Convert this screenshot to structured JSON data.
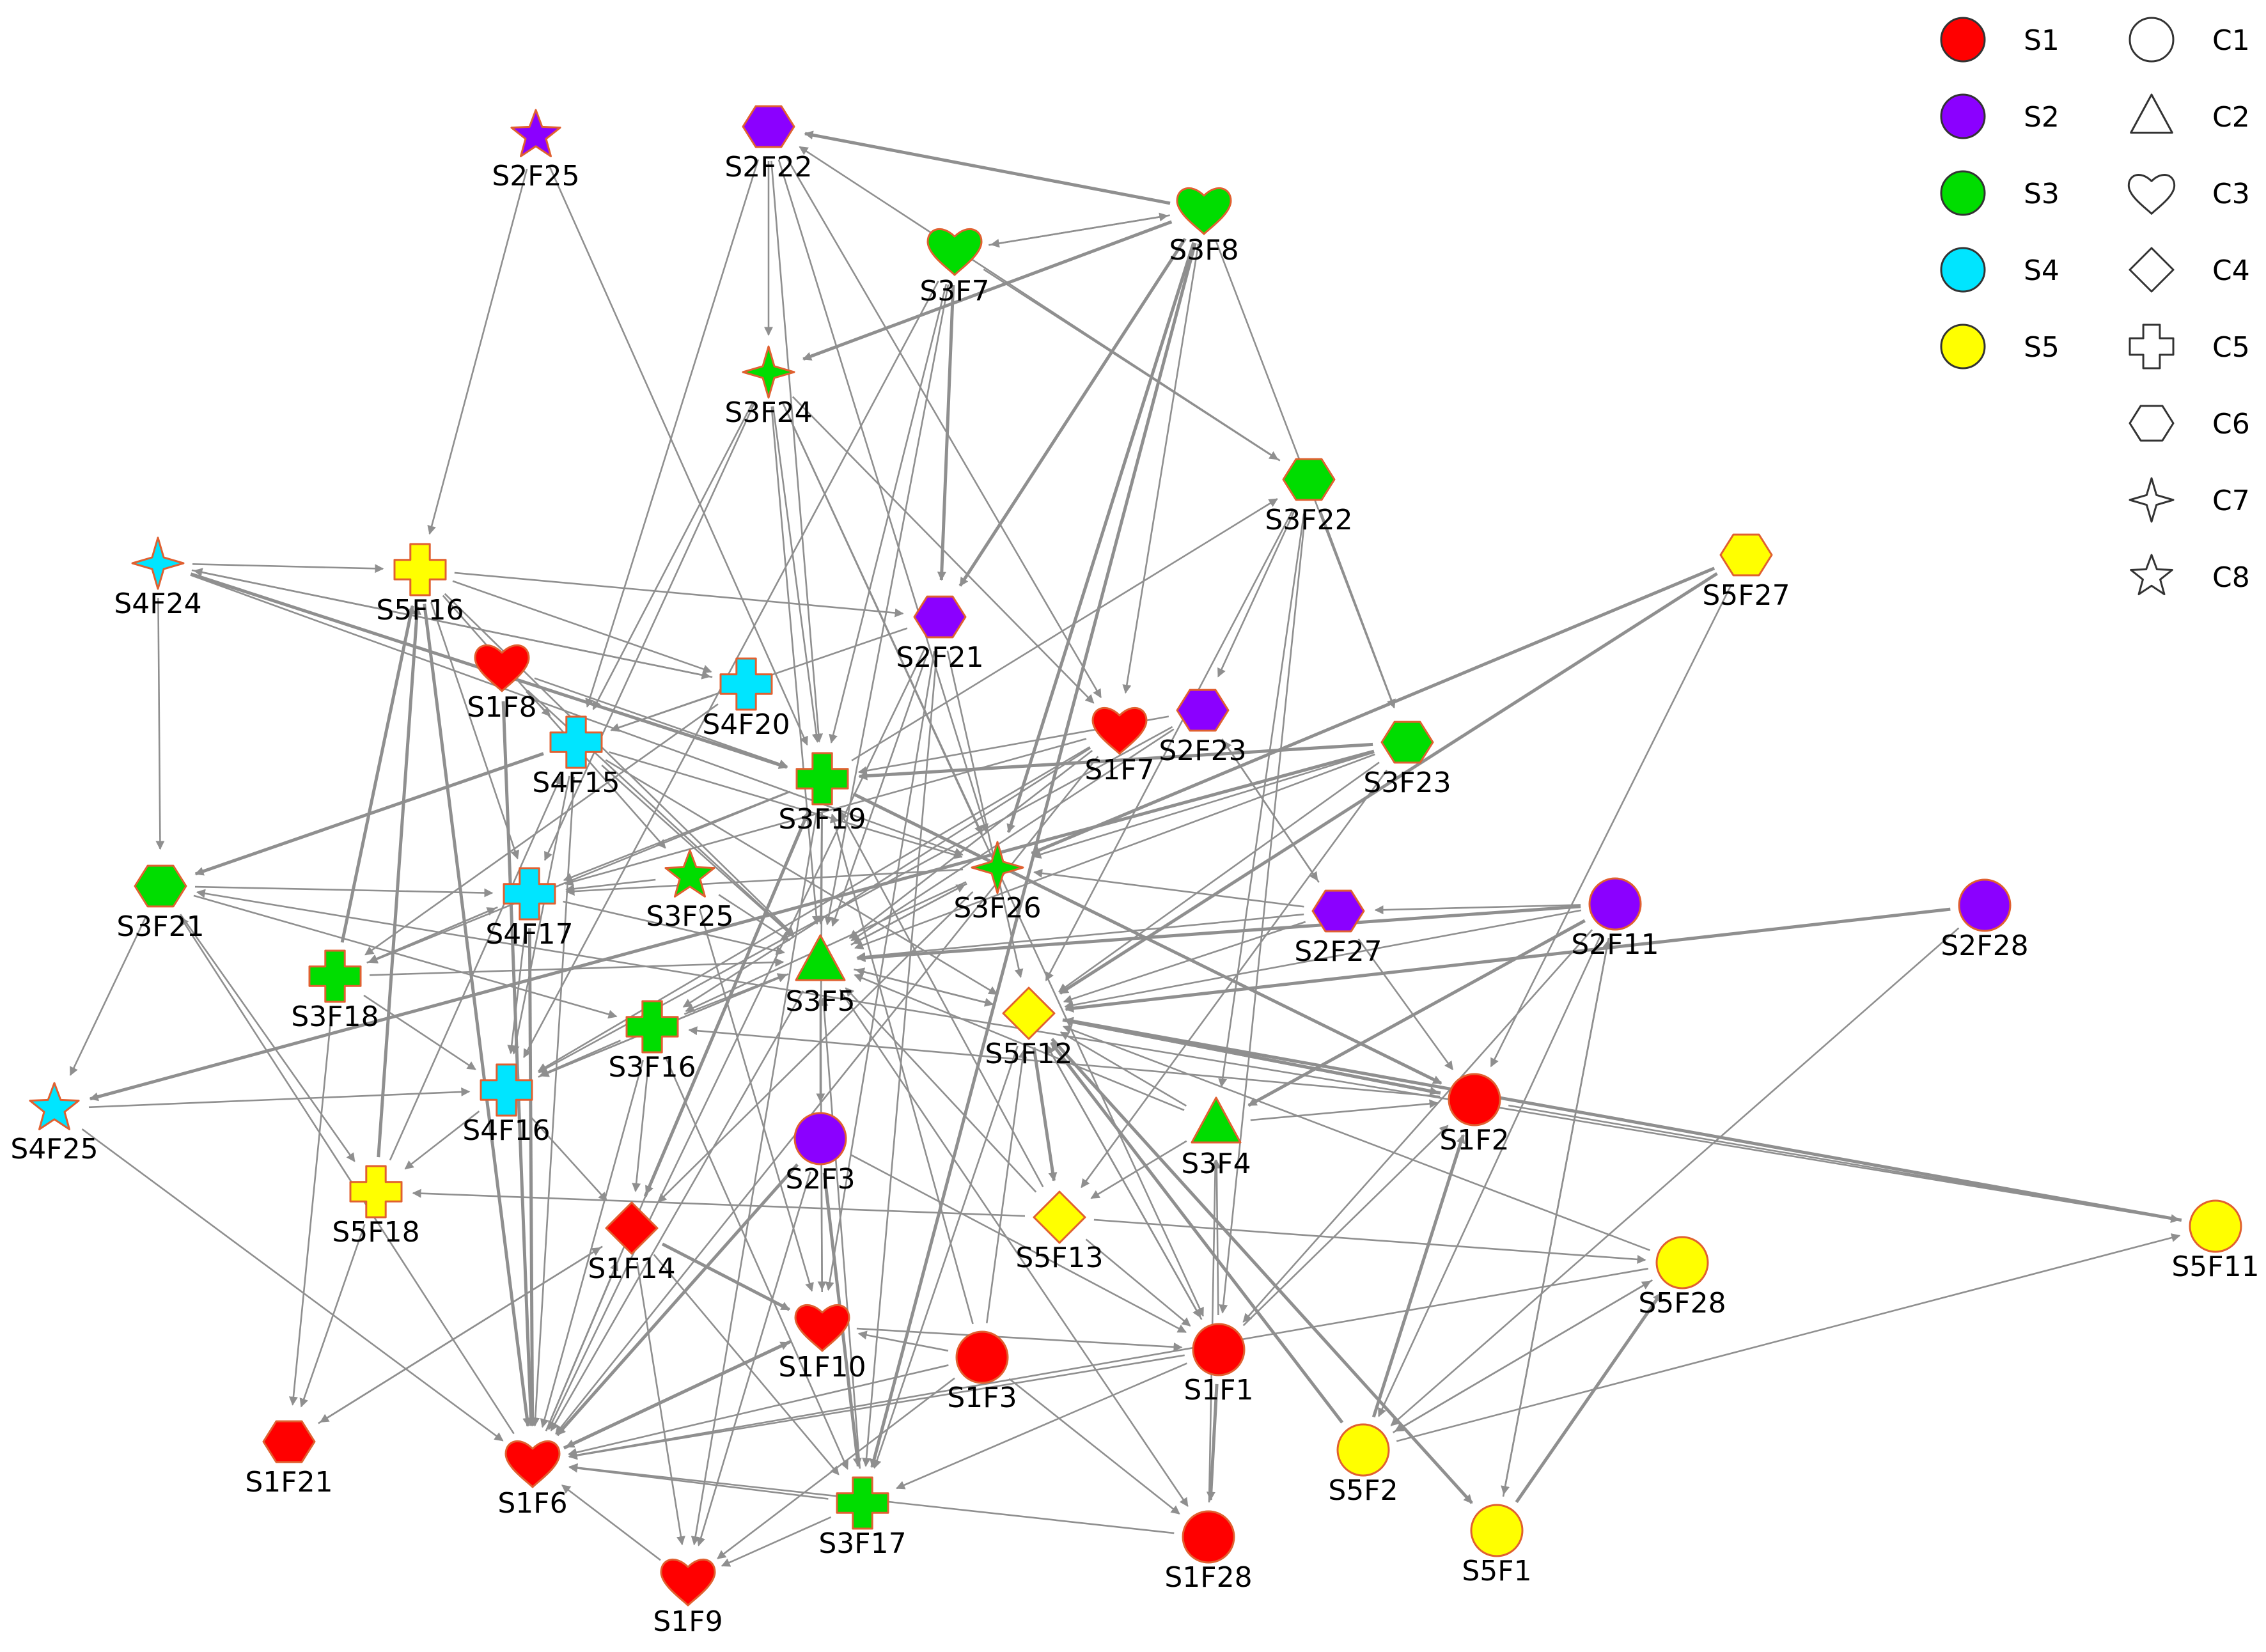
{
  "colors": {
    "S1": "#ff0000",
    "S2": "#8b00ff",
    "S3": "#00dd00",
    "S4": "#00e5ff",
    "S5": "#ffff00",
    "node_stroke": "#e06030",
    "edge": "#8f8f8f"
  },
  "legend": {
    "groups": [
      {
        "label": "S1",
        "key": "S1"
      },
      {
        "label": "S2",
        "key": "S2"
      },
      {
        "label": "S3",
        "key": "S3"
      },
      {
        "label": "S4",
        "key": "S4"
      },
      {
        "label": "S5",
        "key": "S5"
      }
    ],
    "shapes": [
      {
        "label": "C1",
        "shape": "circle"
      },
      {
        "label": "C2",
        "shape": "triangle"
      },
      {
        "label": "C3",
        "shape": "heart"
      },
      {
        "label": "C4",
        "shape": "diamond"
      },
      {
        "label": "C5",
        "shape": "cross"
      },
      {
        "label": "C6",
        "shape": "hexagon"
      },
      {
        "label": "C7",
        "shape": "star4"
      },
      {
        "label": "C8",
        "shape": "star5"
      }
    ]
  },
  "nodes": [
    {
      "id": "S2F25",
      "label": "S2F25",
      "group": "S2",
      "shape": "star5"
    },
    {
      "id": "S2F22",
      "label": "S2F22",
      "group": "S2",
      "shape": "hexagon"
    },
    {
      "id": "S3F8",
      "label": "S3F8",
      "group": "S3",
      "shape": "heart"
    },
    {
      "id": "S3F7",
      "label": "S3F7",
      "group": "S3",
      "shape": "heart"
    },
    {
      "id": "S3F24",
      "label": "S3F24",
      "group": "S3",
      "shape": "star4"
    },
    {
      "id": "S3F22",
      "label": "S3F22",
      "group": "S3",
      "shape": "hexagon"
    },
    {
      "id": "S5F27",
      "label": "S5F27",
      "group": "S5",
      "shape": "hexagon"
    },
    {
      "id": "S4F24",
      "label": "S4F24",
      "group": "S4",
      "shape": "star4"
    },
    {
      "id": "S5F16",
      "label": "S5F16",
      "group": "S5",
      "shape": "cross"
    },
    {
      "id": "S2F21",
      "label": "S2F21",
      "group": "S2",
      "shape": "hexagon"
    },
    {
      "id": "S1F8",
      "label": "S1F8",
      "group": "S1",
      "shape": "heart"
    },
    {
      "id": "S4F20",
      "label": "S4F20",
      "group": "S4",
      "shape": "cross"
    },
    {
      "id": "S4F15",
      "label": "S4F15",
      "group": "S4",
      "shape": "cross"
    },
    {
      "id": "S1F7",
      "label": "S1F7",
      "group": "S1",
      "shape": "heart"
    },
    {
      "id": "S2F23",
      "label": "S2F23",
      "group": "S2",
      "shape": "hexagon"
    },
    {
      "id": "S3F23",
      "label": "S3F23",
      "group": "S3",
      "shape": "hexagon"
    },
    {
      "id": "S3F19",
      "label": "S3F19",
      "group": "S3",
      "shape": "cross"
    },
    {
      "id": "S3F21",
      "label": "S3F21",
      "group": "S3",
      "shape": "hexagon"
    },
    {
      "id": "S3F25",
      "label": "S3F25",
      "group": "S3",
      "shape": "star5"
    },
    {
      "id": "S3F26",
      "label": "S3F26",
      "group": "S3",
      "shape": "star4"
    },
    {
      "id": "S4F17",
      "label": "S4F17",
      "group": "S4",
      "shape": "cross"
    },
    {
      "id": "S2F27",
      "label": "S2F27",
      "group": "S2",
      "shape": "hexagon"
    },
    {
      "id": "S2F11",
      "label": "S2F11",
      "group": "S2",
      "shape": "circle"
    },
    {
      "id": "S2F28",
      "label": "S2F28",
      "group": "S2",
      "shape": "circle"
    },
    {
      "id": "S3F18",
      "label": "S3F18",
      "group": "S3",
      "shape": "cross"
    },
    {
      "id": "S3F5",
      "label": "S3F5",
      "group": "S3",
      "shape": "triangle"
    },
    {
      "id": "S5F12",
      "label": "S5F12",
      "group": "S5",
      "shape": "diamond"
    },
    {
      "id": "S3F16",
      "label": "S3F16",
      "group": "S3",
      "shape": "cross"
    },
    {
      "id": "S4F25",
      "label": "S4F25",
      "group": "S4",
      "shape": "star5"
    },
    {
      "id": "S4F16",
      "label": "S4F16",
      "group": "S4",
      "shape": "cross"
    },
    {
      "id": "S3F4",
      "label": "S3F4",
      "group": "S3",
      "shape": "triangle"
    },
    {
      "id": "S1F2",
      "label": "S1F2",
      "group": "S1",
      "shape": "circle"
    },
    {
      "id": "S2F3",
      "label": "S2F3",
      "group": "S2",
      "shape": "circle"
    },
    {
      "id": "S5F18",
      "label": "S5F18",
      "group": "S5",
      "shape": "cross"
    },
    {
      "id": "S5F13",
      "label": "S5F13",
      "group": "S5",
      "shape": "diamond"
    },
    {
      "id": "S1F14",
      "label": "S1F14",
      "group": "S1",
      "shape": "diamond"
    },
    {
      "id": "S5F11",
      "label": "S5F11",
      "group": "S5",
      "shape": "circle"
    },
    {
      "id": "S5F28",
      "label": "S5F28",
      "group": "S5",
      "shape": "circle"
    },
    {
      "id": "S1F10",
      "label": "S1F10",
      "group": "S1",
      "shape": "heart"
    },
    {
      "id": "S1F3",
      "label": "S1F3",
      "group": "S1",
      "shape": "circle"
    },
    {
      "id": "S1F1",
      "label": "S1F1",
      "group": "S1",
      "shape": "circle"
    },
    {
      "id": "S1F21",
      "label": "S1F21",
      "group": "S1",
      "shape": "hexagon"
    },
    {
      "id": "S1F6",
      "label": "S1F6",
      "group": "S1",
      "shape": "heart"
    },
    {
      "id": "S5F2",
      "label": "S5F2",
      "group": "S5",
      "shape": "circle"
    },
    {
      "id": "S3F17",
      "label": "S3F17",
      "group": "S3",
      "shape": "cross"
    },
    {
      "id": "S1F28",
      "label": "S1F28",
      "group": "S1",
      "shape": "circle"
    },
    {
      "id": "S5F1",
      "label": "S5F1",
      "group": "S5",
      "shape": "circle"
    },
    {
      "id": "S1F9",
      "label": "S1F9",
      "group": "S1",
      "shape": "heart"
    }
  ],
  "edges": [
    [
      "S3F8",
      "S2F22",
      2
    ],
    [
      "S3F8",
      "S3F7",
      1
    ],
    [
      "S3F7",
      "S3F8",
      1
    ],
    [
      "S3F8",
      "S3F24",
      2
    ],
    [
      "S3F8",
      "S3F26",
      2
    ],
    [
      "S3F8",
      "S2F21",
      2
    ],
    [
      "S3F8",
      "S3F17",
      2
    ],
    [
      "S3F8",
      "S3F23",
      1
    ],
    [
      "S3F8",
      "S1F7",
      1
    ],
    [
      "S3F7",
      "S3F19",
      1
    ],
    [
      "S3F7",
      "S2F21",
      2
    ],
    [
      "S3F7",
      "S4F16",
      1
    ],
    [
      "S3F7",
      "S3F5",
      1
    ],
    [
      "S3F7",
      "S3F22",
      1
    ],
    [
      "S2F22",
      "S3F24",
      1
    ],
    [
      "S2F22",
      "S1F7",
      1
    ],
    [
      "S2F22",
      "S4F15",
      1
    ],
    [
      "S2F22",
      "S3F26",
      1
    ],
    [
      "S2F22",
      "S3F19",
      1
    ],
    [
      "S3F22",
      "S2F22",
      1
    ],
    [
      "S3F22",
      "S3F23",
      1
    ],
    [
      "S3F22",
      "S3F4",
      1
    ],
    [
      "S3F22",
      "S5F12",
      1
    ],
    [
      "S3F22",
      "S1F1",
      1
    ],
    [
      "S3F22",
      "S2F23",
      1
    ],
    [
      "S2F25",
      "S5F16",
      1
    ],
    [
      "S2F25",
      "S3F19",
      1
    ],
    [
      "S3F24",
      "S1F1",
      1
    ],
    [
      "S3F24",
      "S3F5",
      1
    ],
    [
      "S3F24",
      "S3F26",
      1
    ],
    [
      "S3F24",
      "S4F17",
      1
    ],
    [
      "S3F24",
      "S3F19",
      1
    ],
    [
      "S3F24",
      "S4F15",
      1
    ],
    [
      "S3F24",
      "S1F7",
      1
    ],
    [
      "S5F27",
      "S5F12",
      2
    ],
    [
      "S5F27",
      "S3F26",
      2
    ],
    [
      "S5F27",
      "S1F2",
      1
    ],
    [
      "S4F24",
      "S5F16",
      1
    ],
    [
      "S4F24",
      "S3F21",
      1
    ],
    [
      "S4F24",
      "S3F19",
      2
    ],
    [
      "S4F24",
      "S4F20",
      1
    ],
    [
      "S4F24",
      "S3F26",
      1
    ],
    [
      "S5F16",
      "S4F20",
      1
    ],
    [
      "S5F16",
      "S2F21",
      1
    ],
    [
      "S5F16",
      "S3F5",
      1
    ],
    [
      "S5F16",
      "S4F17",
      1
    ],
    [
      "S5F16",
      "S3F25",
      1
    ],
    [
      "S5F16",
      "S1F6",
      2
    ],
    [
      "S1F8",
      "S4F15",
      1
    ],
    [
      "S1F8",
      "S3F5",
      1
    ],
    [
      "S1F8",
      "S1F6",
      2
    ],
    [
      "S1F8",
      "S3F19",
      1
    ],
    [
      "S4F20",
      "S4F15",
      1
    ],
    [
      "S4F20",
      "S4F24",
      1
    ],
    [
      "S4F20",
      "S3F18",
      1
    ],
    [
      "S4F15",
      "S3F5",
      1
    ],
    [
      "S4F15",
      "S4F16",
      1
    ],
    [
      "S4F15",
      "S1F6",
      1
    ],
    [
      "S4F15",
      "S3F26",
      1
    ],
    [
      "S4F15",
      "S5F12",
      1
    ],
    [
      "S4F15",
      "S3F21",
      2
    ],
    [
      "S2F21",
      "S3F5",
      1
    ],
    [
      "S2F21",
      "S1F6",
      1
    ],
    [
      "S2F21",
      "S1F10",
      1
    ],
    [
      "S2F21",
      "S5F12",
      1
    ],
    [
      "S2F21",
      "S4F15",
      1
    ],
    [
      "S3F19",
      "S3F5",
      1
    ],
    [
      "S3F19",
      "S3F18",
      1
    ],
    [
      "S3F19",
      "S4F17",
      1
    ],
    [
      "S3F19",
      "S2F3",
      1
    ],
    [
      "S3F19",
      "S1F14",
      1
    ],
    [
      "S3F19",
      "S1F2",
      2
    ],
    [
      "S3F19",
      "S3F22",
      1
    ],
    [
      "S3F19",
      "S1F9",
      1
    ],
    [
      "S1F7",
      "S3F5",
      1
    ],
    [
      "S1F7",
      "S4F16",
      1
    ],
    [
      "S1F7",
      "S1F6",
      1
    ],
    [
      "S1F7",
      "S3F16",
      1
    ],
    [
      "S1F7",
      "S4F17",
      1
    ],
    [
      "S2F23",
      "S3F19",
      1
    ],
    [
      "S2F23",
      "S2F27",
      1
    ],
    [
      "S2F23",
      "S3F5",
      1
    ],
    [
      "S2F23",
      "S4F16",
      1
    ],
    [
      "S3F23",
      "S3F19",
      2
    ],
    [
      "S3F23",
      "S3F26",
      1
    ],
    [
      "S3F23",
      "S5F12",
      1
    ],
    [
      "S3F23",
      "S4F25",
      2
    ],
    [
      "S3F23",
      "S5F13",
      1
    ],
    [
      "S3F23",
      "S3F5",
      1
    ],
    [
      "S3F21",
      "S4F17",
      1
    ],
    [
      "S3F21",
      "S5F18",
      1
    ],
    [
      "S3F21",
      "S4F25",
      1
    ],
    [
      "S3F21",
      "S3F16",
      1
    ],
    [
      "S3F25",
      "S3F5",
      1
    ],
    [
      "S3F25",
      "S4F17",
      1
    ],
    [
      "S3F25",
      "S1F10",
      1
    ],
    [
      "S3F26",
      "S3F5",
      1
    ],
    [
      "S3F26",
      "S4F17",
      1
    ],
    [
      "S3F26",
      "S1F14",
      1
    ],
    [
      "S3F26",
      "S3F16",
      1
    ],
    [
      "S4F17",
      "S3F5",
      1
    ],
    [
      "S4F17",
      "S1F6",
      2
    ],
    [
      "S4F17",
      "S3F18",
      1
    ],
    [
      "S4F17",
      "S4F16",
      1
    ],
    [
      "S2F27",
      "S3F5",
      1
    ],
    [
      "S2F27",
      "S5F12",
      1
    ],
    [
      "S2F27",
      "S3F26",
      1
    ],
    [
      "S2F27",
      "S1F2",
      1
    ],
    [
      "S2F27",
      "S2F23",
      1
    ],
    [
      "S2F11",
      "S2F27",
      1
    ],
    [
      "S2F11",
      "S3F5",
      2
    ],
    [
      "S2F11",
      "S5F12",
      1
    ],
    [
      "S2F11",
      "S5F1",
      1
    ],
    [
      "S2F11",
      "S5F2",
      1
    ],
    [
      "S2F11",
      "S3F4",
      2
    ],
    [
      "S2F11",
      "S1F1",
      1
    ],
    [
      "S2F28",
      "S5F12",
      2
    ],
    [
      "S2F28",
      "S5F2",
      1
    ],
    [
      "S3F18",
      "S3F5",
      1
    ],
    [
      "S3F18",
      "S1F21",
      1
    ],
    [
      "S3F18",
      "S4F16",
      1
    ],
    [
      "S3F18",
      "S4F17",
      1
    ],
    [
      "S3F5",
      "S5F12",
      1
    ],
    [
      "S3F5",
      "S1F10",
      1
    ],
    [
      "S3F5",
      "S1F28",
      1
    ],
    [
      "S3F5",
      "S1F6",
      1
    ],
    [
      "S3F5",
      "S4F16",
      1
    ],
    [
      "S3F5",
      "S3F26",
      1
    ],
    [
      "S5F12",
      "S3F5",
      1
    ],
    [
      "S5F12",
      "S1F2",
      2
    ],
    [
      "S5F12",
      "S5F1",
      2
    ],
    [
      "S5F12",
      "S5F13",
      2
    ],
    [
      "S5F12",
      "S3F17",
      1
    ],
    [
      "S5F12",
      "S1F1",
      1
    ],
    [
      "S3F16",
      "S3F5",
      1
    ],
    [
      "S3F16",
      "S1F6",
      1
    ],
    [
      "S3F16",
      "S4F16",
      1
    ],
    [
      "S3F16",
      "S1F14",
      1
    ],
    [
      "S3F16",
      "S3F17",
      1
    ],
    [
      "S4F25",
      "S4F16",
      1
    ],
    [
      "S4F25",
      "S1F6",
      1
    ],
    [
      "S4F16",
      "S3F5",
      1
    ],
    [
      "S4F16",
      "S5F18",
      1
    ],
    [
      "S4F16",
      "S1F14",
      1
    ],
    [
      "S3F4",
      "S5F13",
      1
    ],
    [
      "S3F4",
      "S3F5",
      1
    ],
    [
      "S3F4",
      "S1F2",
      1
    ],
    [
      "S3F4",
      "S5F12",
      1
    ],
    [
      "S1F2",
      "S5F12",
      2
    ],
    [
      "S1F2",
      "S5F11",
      1
    ],
    [
      "S1F2",
      "S3F16",
      1
    ],
    [
      "S2F3",
      "S1F6",
      2
    ],
    [
      "S2F3",
      "S3F17",
      2
    ],
    [
      "S2F3",
      "S3F5",
      1
    ],
    [
      "S2F3",
      "S1F9",
      1
    ],
    [
      "S2F3",
      "S1F1",
      1
    ],
    [
      "S5F18",
      "S4F15",
      1
    ],
    [
      "S5F18",
      "S1F21",
      1
    ],
    [
      "S5F18",
      "S5F16",
      2
    ],
    [
      "S5F13",
      "S5F18",
      1
    ],
    [
      "S5F13",
      "S5F28",
      1
    ],
    [
      "S5F13",
      "S3F5",
      1
    ],
    [
      "S5F13",
      "S1F1",
      1
    ],
    [
      "S5F13",
      "S3F19",
      1
    ],
    [
      "S1F14",
      "S1F21",
      1
    ],
    [
      "S1F14",
      "S1F9",
      1
    ],
    [
      "S1F14",
      "S1F10",
      2
    ],
    [
      "S1F14",
      "S3F17",
      1
    ],
    [
      "S1F14",
      "S3F19",
      2
    ],
    [
      "S5F11",
      "S5F12",
      2
    ],
    [
      "S5F11",
      "S3F21",
      1
    ],
    [
      "S5F28",
      "S5F12",
      1
    ],
    [
      "S5F28",
      "S1F6",
      1
    ],
    [
      "S5F28",
      "S5F2",
      1
    ],
    [
      "S1F10",
      "S1F1",
      1
    ],
    [
      "S1F10",
      "S1F6",
      2
    ],
    [
      "S1F10",
      "S3F5",
      1
    ],
    [
      "S1F3",
      "S1F6",
      1
    ],
    [
      "S1F3",
      "S5F12",
      1
    ],
    [
      "S1F3",
      "S1F10",
      1
    ],
    [
      "S1F3",
      "S1F9",
      1
    ],
    [
      "S1F3",
      "S3F19",
      1
    ],
    [
      "S1F3",
      "S1F28",
      1
    ],
    [
      "S1F1",
      "S1F28",
      2
    ],
    [
      "S1F1",
      "S1F6",
      1
    ],
    [
      "S1F1",
      "S5F12",
      1
    ],
    [
      "S1F1",
      "S3F17",
      1
    ],
    [
      "S1F1",
      "S3F4",
      1
    ],
    [
      "S1F1",
      "S1F2",
      1
    ],
    [
      "S1F6",
      "S3F19",
      1
    ],
    [
      "S1F6",
      "S1F14",
      1
    ],
    [
      "S1F6",
      "S1F10",
      2
    ],
    [
      "S5F2",
      "S5F28",
      1
    ],
    [
      "S5F2",
      "S5F11",
      1
    ],
    [
      "S5F2",
      "S1F2",
      2
    ],
    [
      "S5F2",
      "S5F12",
      2
    ],
    [
      "S3F17",
      "S1F9",
      1
    ],
    [
      "S3F17",
      "S1F6",
      1
    ],
    [
      "S1F28",
      "S1F6",
      1
    ],
    [
      "S1F28",
      "S3F4",
      1
    ],
    [
      "S5F1",
      "S5F28",
      2
    ],
    [
      "S5F1",
      "S2F11",
      1
    ],
    [
      "S1F9",
      "S1F6",
      1
    ],
    [
      "S1F6",
      "S3F21",
      1
    ],
    [
      "S3F18",
      "S5F16",
      2
    ],
    [
      "S1F21",
      "S1F14",
      1
    ],
    [
      "S3F17",
      "S3F5",
      1
    ],
    [
      "S2F21",
      "S3F17",
      1
    ]
  ]
}
